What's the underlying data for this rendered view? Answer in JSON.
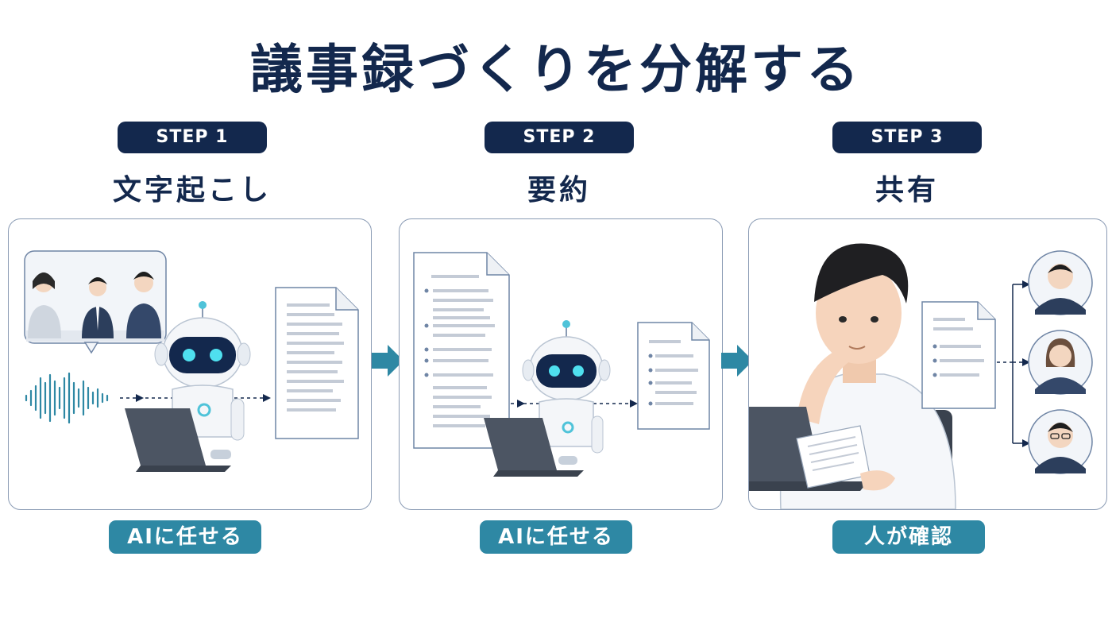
{
  "title": "議事録づくりを分解する",
  "steps": [
    {
      "badge": "STEP 1",
      "name": "文字起こし",
      "tag": "AIに任せる"
    },
    {
      "badge": "STEP 2",
      "name": "要約",
      "tag": "AIに任せる"
    },
    {
      "badge": "STEP 3",
      "name": "共有",
      "tag": "人が確認"
    }
  ],
  "colors": {
    "navy": "#13284d",
    "teal": "#2e88a4",
    "border": "#8a9bb4"
  }
}
